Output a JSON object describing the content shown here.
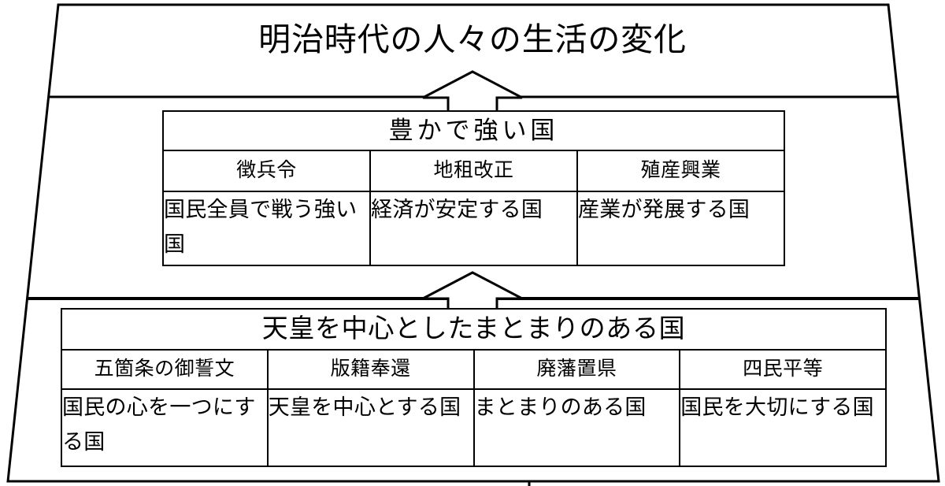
{
  "diagram": {
    "title": "明治時代の人々の生活の変化",
    "shape": "pyramid-trapezoid",
    "outline_color": "#000000",
    "background_color": "#ffffff",
    "arrows": [
      {
        "name": "arrow-bottom-to-middle",
        "direction": "up"
      },
      {
        "name": "arrow-middle-to-top",
        "direction": "up"
      },
      {
        "name": "arrow-into-bottom",
        "direction": "up"
      }
    ]
  },
  "tiers": {
    "middle": {
      "heading": "豊かで強い国",
      "columns": [
        {
          "label": "徴兵令",
          "body": "国民全員で戦う強い国"
        },
        {
          "label": "地租改正",
          "body": "経済が安定する国"
        },
        {
          "label": "殖産興業",
          "body": "産業が発展する国"
        }
      ]
    },
    "bottom": {
      "heading": "天皇を中心としたまとまりのある国",
      "columns": [
        {
          "label": "五箇条の御誓文",
          "body": "国民の心を一つにする国"
        },
        {
          "label": "版籍奉還",
          "body": "天皇を中心とする国"
        },
        {
          "label": "廃藩置県",
          "body": "まとまりのある国"
        },
        {
          "label": "四民平等",
          "body": "国民を大切にする国"
        }
      ]
    }
  }
}
